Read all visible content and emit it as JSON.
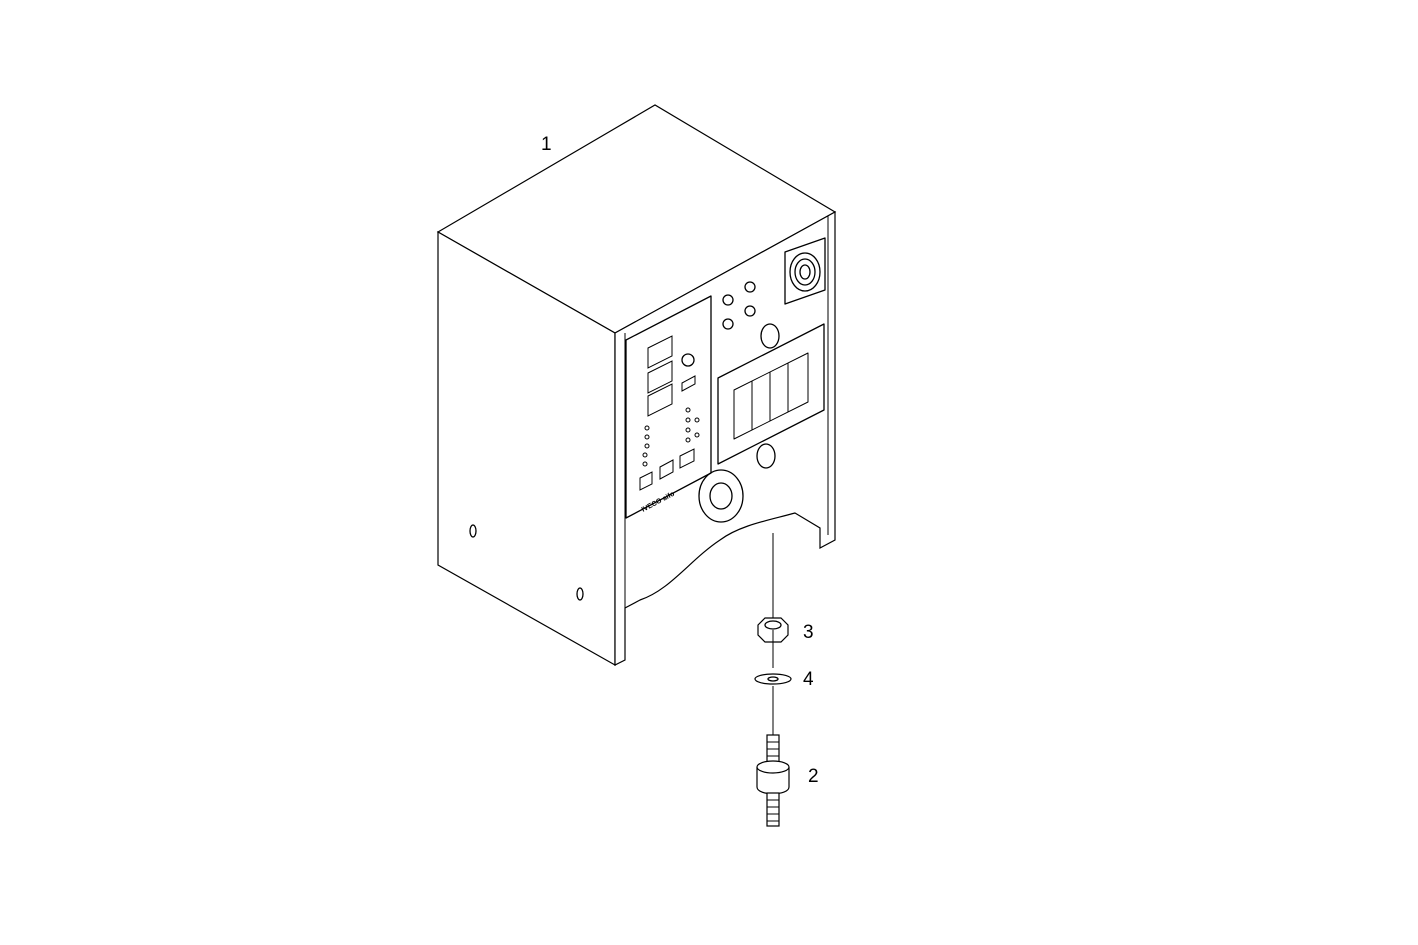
{
  "diagram": {
    "part_labels": [
      {
        "number": "1",
        "part": "cabinet"
      },
      {
        "number": "2",
        "part": "anti-vibration-mount"
      },
      {
        "number": "3",
        "part": "nut"
      },
      {
        "number": "4",
        "part": "washer"
      }
    ],
    "logo_text": "IVECO aifo",
    "line_color": "#000000",
    "background_color": "#ffffff"
  }
}
